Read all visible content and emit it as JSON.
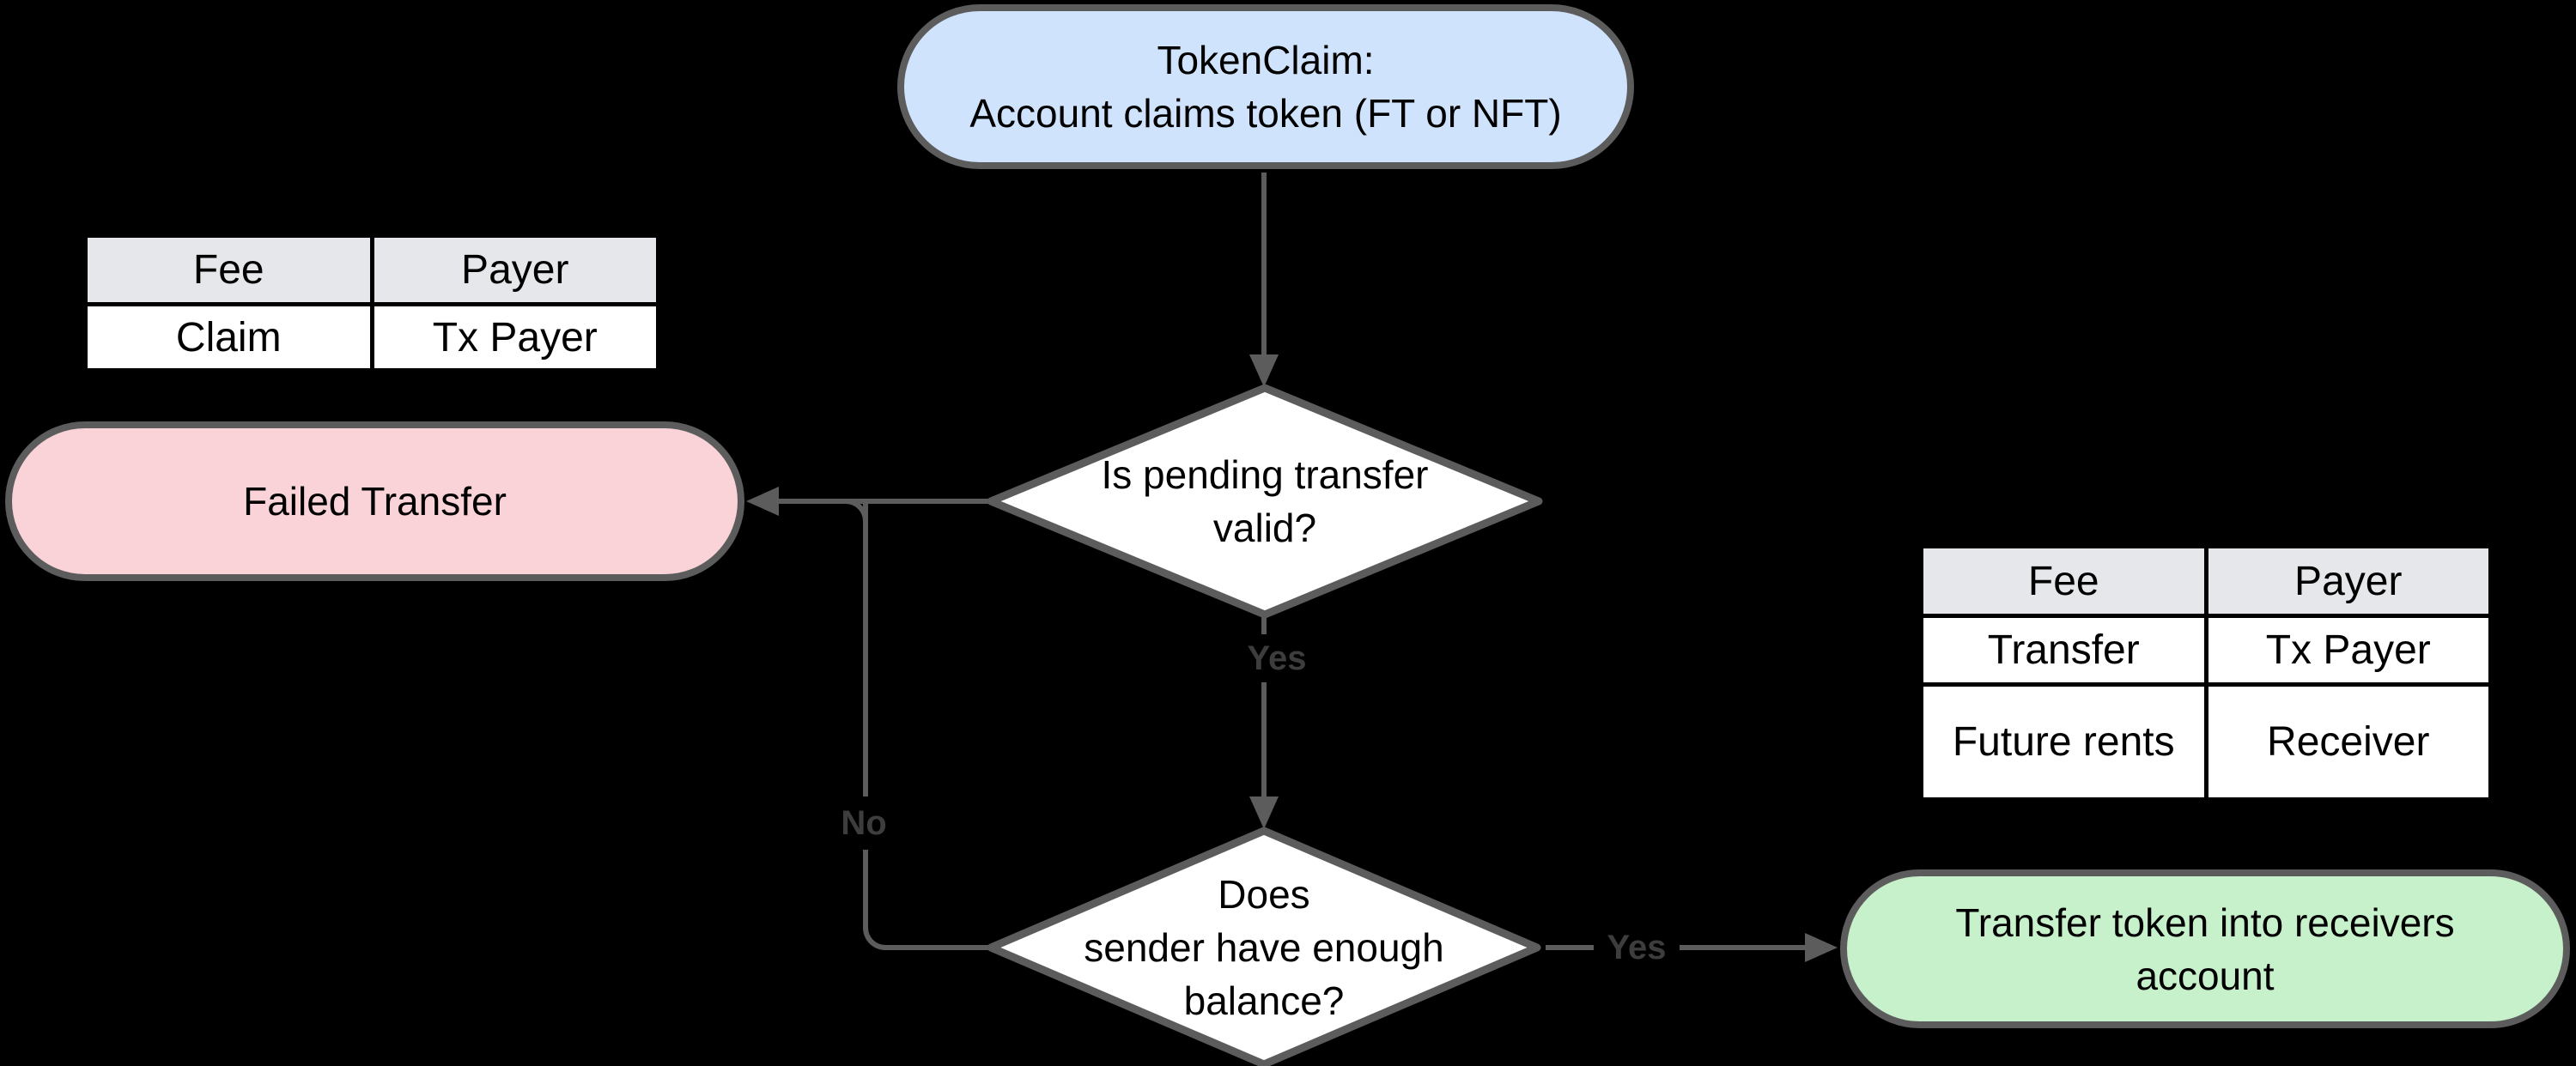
{
  "colors": {
    "background": "#000000",
    "stroke": "#5c5c5c",
    "node_text": "#000000",
    "edge_label_text": "#3d3d3d",
    "token_claim_fill": "#d0e3fc",
    "failed_transfer_fill": "#f9d3d7",
    "transfer_success_fill": "#c7f1ca",
    "decision_fill": "#ffffff",
    "table_header_fill": "#e5e7ea",
    "table_body_fill": "#ffffff"
  },
  "nodes": {
    "token_claim": {
      "lines": [
        "TokenClaim:",
        "Account claims token (FT or NFT)"
      ]
    },
    "decision_pending_valid": {
      "lines": [
        "Is pending transfer",
        "valid?"
      ]
    },
    "failed_transfer": {
      "label": "Failed Transfer"
    },
    "decision_sender_balance": {
      "lines": [
        "Does",
        "sender have enough",
        "balance?"
      ]
    },
    "transfer_success": {
      "lines": [
        "Transfer token into receivers",
        "account"
      ]
    }
  },
  "edges": {
    "pending_valid_yes": "Yes",
    "sender_balance_no": "No",
    "sender_balance_yes": "Yes"
  },
  "tables": {
    "claim_fees": {
      "headers": [
        "Fee",
        "Payer"
      ],
      "rows": [
        [
          "Claim",
          "Tx Payer"
        ]
      ]
    },
    "transfer_fees": {
      "headers": [
        "Fee",
        "Payer"
      ],
      "rows": [
        [
          "Transfer",
          "Tx Payer"
        ],
        [
          "Future rents",
          "Receiver"
        ]
      ]
    }
  }
}
